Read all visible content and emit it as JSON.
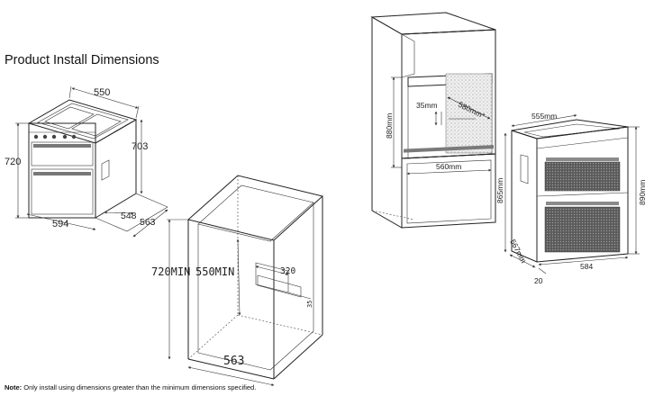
{
  "title": "Product Install Dimensions",
  "note": {
    "label": "Note:",
    "text": "Only install using dimensions greater than the minimum dimensions specified."
  },
  "oven_left": {
    "depth": "550",
    "height": "720",
    "side_height": "703",
    "width": "594",
    "base_depth": "548",
    "base_width": "563"
  },
  "cavity": {
    "height_min": "720MIN",
    "depth_min": "550MIN",
    "vent": "320",
    "vent_small": "35",
    "width": "563"
  },
  "tall_unit": {
    "height": "880mm",
    "gap": "35mm",
    "diag": "580mm*",
    "width": "560mm"
  },
  "oven_right": {
    "top_width": "555mm",
    "front_height": "865mm",
    "height": "890mm",
    "depth": "567mm",
    "width": "584",
    "gap": "20"
  }
}
